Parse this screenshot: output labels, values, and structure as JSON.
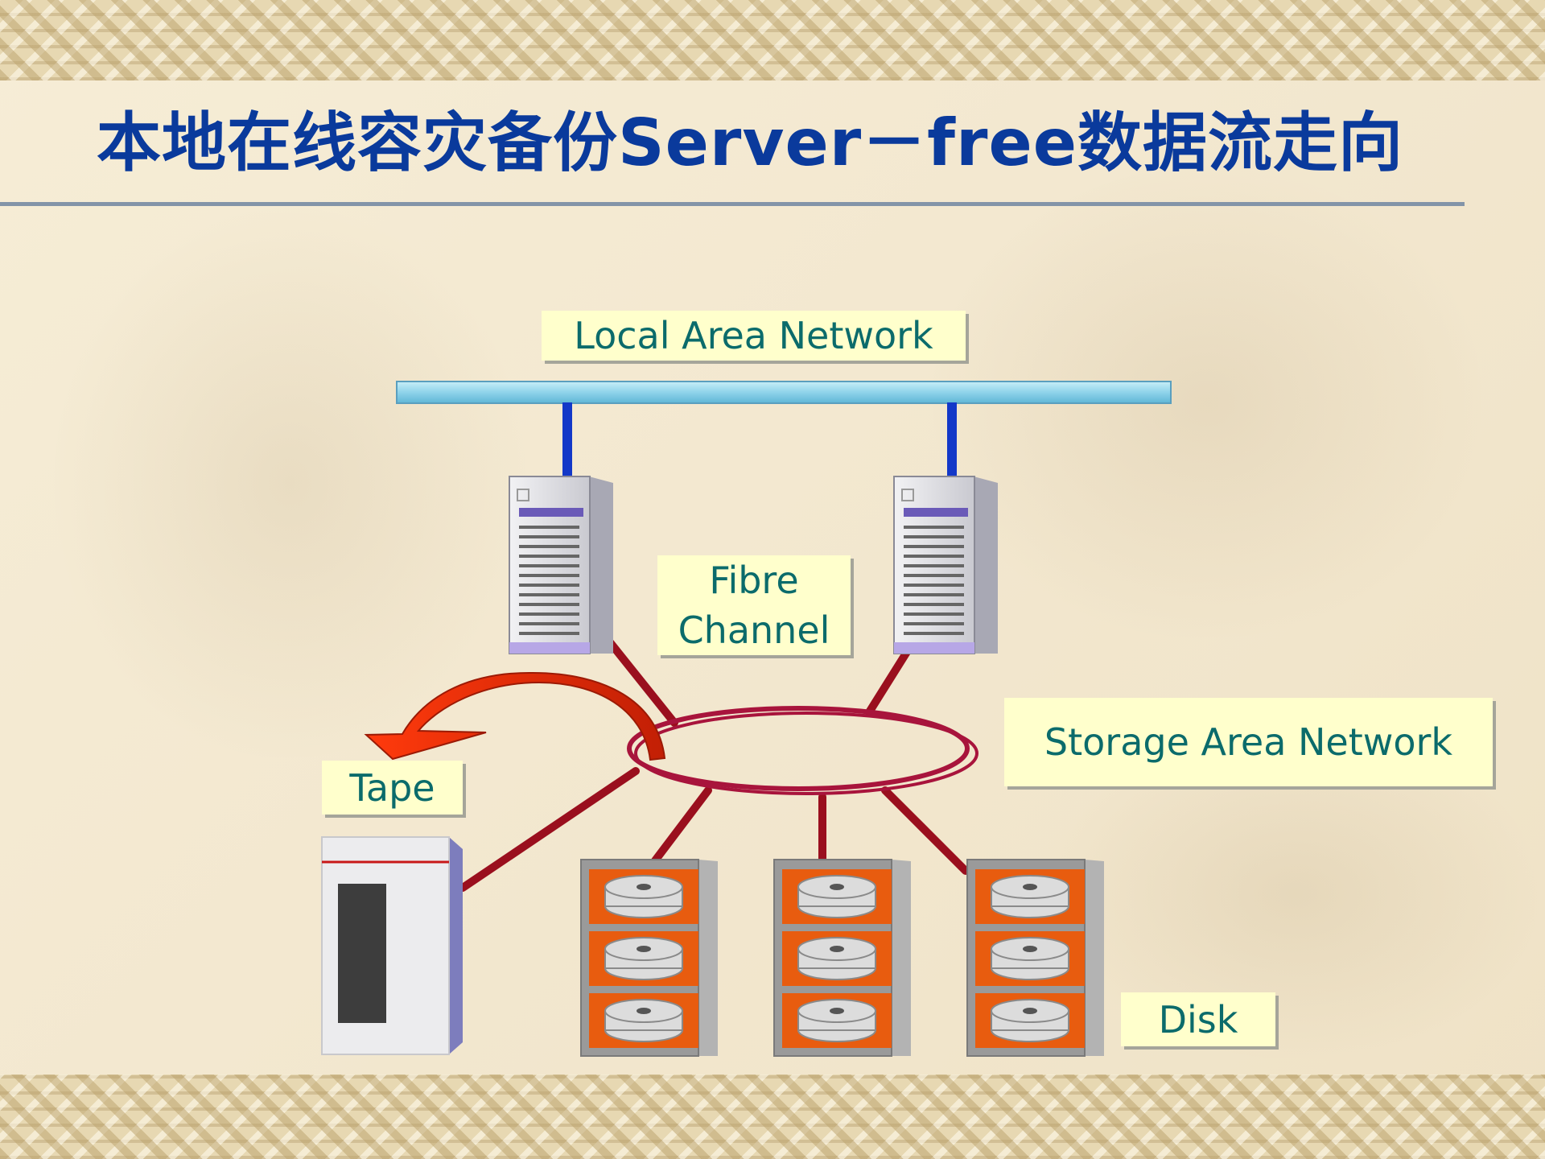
{
  "slide": {
    "title": "本地在线容灾备份Server－free数据流走向"
  },
  "diagram": {
    "labels": {
      "lan": "Local Area Network",
      "fibre_line1": "Fibre",
      "fibre_line2": "Channel",
      "san": "Storage Area Network",
      "tape": "Tape",
      "disk": "Disk"
    },
    "servers": [
      "server",
      "server"
    ],
    "disk_arrays": [
      "disk array",
      "disk array",
      "disk array"
    ],
    "flow_arrow": "data flow from SAN to tape",
    "colors": {
      "title": "#0a3a9c",
      "label_bg": "#ffffcc",
      "label_text": "#0b6b6b",
      "lan_bus": "#8fd3ea",
      "lan_link": "#1338c8",
      "fc_link": "#9a0f1e",
      "san_ring": "#a8143c",
      "arrow": "#e83010",
      "disk_case": "#e85c0f"
    }
  }
}
